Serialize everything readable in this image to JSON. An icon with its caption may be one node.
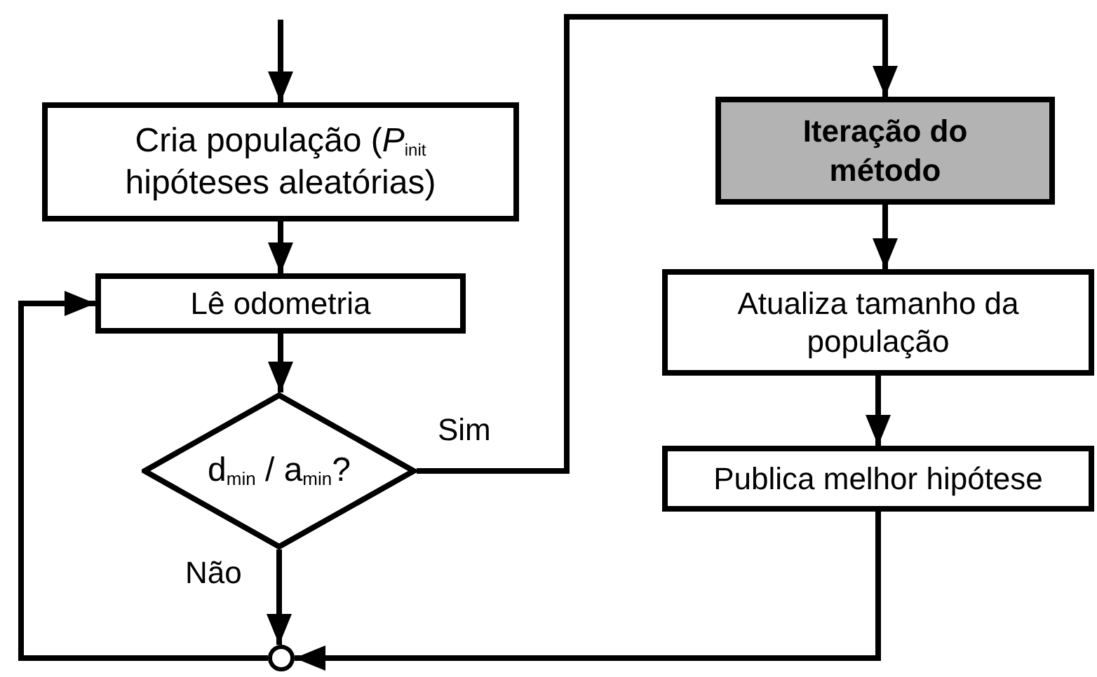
{
  "diagram": {
    "nodes": [
      {
        "text": [
          "Cria população (*P*$_{init}$ hipóteses aleatórias)"
        ]
      },
      {
        "text": [
          "Lê odometria"
        ]
      },
      {
        "text": [
          "d$_{min}$ / a$_{min}$?"
        ]
      },
      {
        "text": [],
        "shape": "circle"
      },
      {
        "text": [
          "Iteração do método"
        ]
      },
      {
        "text": [
          "Atualiza tamanho da população"
        ]
      },
      {
        "text": [
          "Publica melhor hipótese"
        ]
      }
    ],
    "edges": [
      {
        "from": null,
        "to": 0,
        "arrow": "to"
      },
      {
        "from": 0,
        "to": 1,
        "arrow": "to"
      },
      {
        "from": 1,
        "to": 2,
        "arrow": "to"
      },
      {
        "from": 2,
        "to": 4,
        "arrow": "to",
        "label": "Sim"
      },
      {
        "from": 2,
        "to": 3,
        "arrow": "to",
        "label": "Não"
      },
      {
        "from": 3,
        "to": 1,
        "arrow": "to"
      },
      {
        "from": 4,
        "to": 5,
        "arrow": "to"
      },
      {
        "from": 5,
        "to": 6,
        "arrow": "to"
      },
      {
        "from": 6,
        "to": 3,
        "arrow": "to"
      }
    ]
  }
}
